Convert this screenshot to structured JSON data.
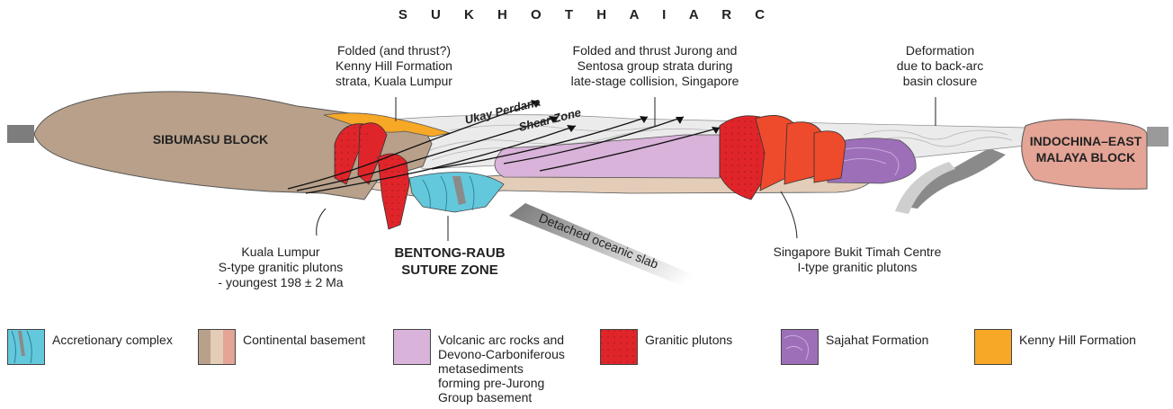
{
  "title": "S U K H O T H A I     A R C",
  "blocks": {
    "sibumasu": "SIBUMASU BLOCK",
    "indochina": [
      "INDOCHINA–EAST",
      "MALAYA BLOCK"
    ]
  },
  "annotations": {
    "kenny_hill": [
      "Folded (and thrust?)",
      "Kenny Hill Formation",
      "strata, Kuala Lumpur"
    ],
    "jurong": [
      "Folded and thrust Jurong and",
      "Sentosa group strata during",
      "late-stage collision, Singapore"
    ],
    "deformation": [
      "Deformation",
      "due to back-arc",
      "basin closure"
    ],
    "kuala_lumpur_plutons": [
      "Kuala Lumpur",
      "S-type granitic plutons",
      "- youngest 198 ± 2 Ma"
    ],
    "bentong_raub": [
      "BENTONG-RAUB",
      "SUTURE ZONE"
    ],
    "singapore_plutons": [
      "Singapore Bukit Timah Centre",
      "I-type granitic plutons"
    ],
    "detached_slab": "Detached oceanic slab",
    "ukay_perdana": "Ukay Perdana",
    "shear_zone": "Shear Zone"
  },
  "legend": {
    "accretionary": "Accretionary complex",
    "continental": "Continental basement",
    "volcanic": [
      "Volcanic arc rocks and",
      "Devono-Carboniferous",
      "metasediments",
      "forming pre-Jurong",
      "Group basement"
    ],
    "granitic": "Granitic plutons",
    "sajahat": "Sajahat Formation",
    "kenny_hill": "Kenny Hill Formation"
  },
  "colors": {
    "continental": "#b8a08a",
    "continental_light": "#e3cdb8",
    "indochina": "#e4a496",
    "accretionary": "#63c8dc",
    "volcanic": "#d9b3d9",
    "granite": "#e0252a",
    "granite_orange": "#ee4a2c",
    "sajahat": "#9c6fb8",
    "kenny_hill": "#f6a826",
    "strata": "#ebebeb",
    "slab": "#8a8a8a"
  }
}
